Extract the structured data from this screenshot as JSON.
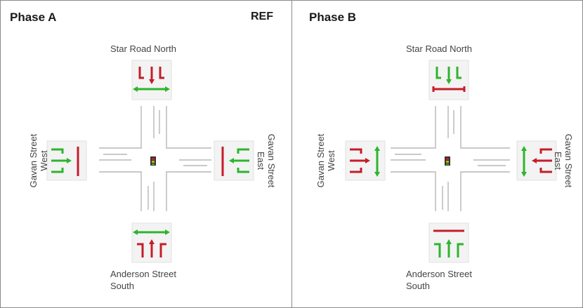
{
  "colors": {
    "go": "#2db52d",
    "stop": "#c51d2a",
    "road": "#b7b7b7"
  },
  "panels": [
    {
      "title": "Phase A",
      "badge": "REF",
      "north": "Star Road North",
      "south_line1": "Anderson Street",
      "south_line2": "South",
      "west_line1": "Gavan Street",
      "west_line2": "West",
      "east_line1": "Gavan Street",
      "east_line2": "East",
      "signals": {
        "north": "stop",
        "north_crossing": "go",
        "south": "stop",
        "south_crossing": "go",
        "west": "go",
        "west_crossing": "stop",
        "east": "go",
        "east_crossing": "stop"
      }
    },
    {
      "title": "Phase B",
      "badge": "",
      "north": "Star Road North",
      "south_line1": "Anderson Street",
      "south_line2": "South",
      "west_line1": "Gavan Street",
      "west_line2": "West",
      "east_line1": "Gavan Street",
      "east_line2": "East",
      "signals": {
        "north": "go",
        "north_crossing": "stop",
        "south": "go",
        "south_crossing": "stop",
        "west": "stop",
        "west_crossing": "go",
        "east": "stop",
        "east_crossing": "go"
      }
    }
  ]
}
